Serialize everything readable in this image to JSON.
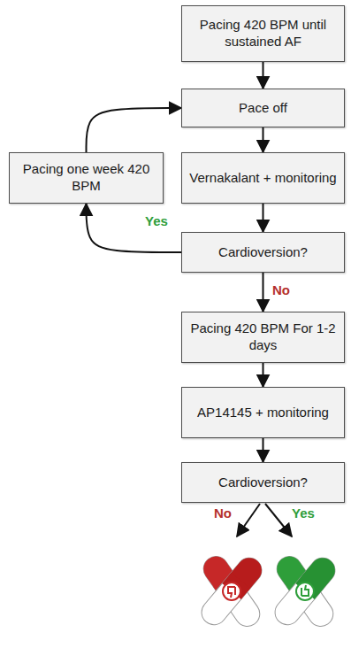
{
  "diagram": {
    "nodes": [
      {
        "text": [
          "Pacing 420 BPM until sustained AF"
        ]
      },
      {
        "text": [
          "Pace off"
        ]
      },
      {
        "text": [
          "Vernakalant + monitoring"
        ]
      },
      {
        "text": [
          "Cardioversion?"
        ]
      },
      {
        "text": [
          "Pacing one week 420 BPM"
        ]
      },
      {
        "text": [
          "Pacing 420 BPM For 1-2 days"
        ]
      },
      {
        "text": [
          "AP14145 + monitoring"
        ]
      },
      {
        "text": [
          "Cardioversion?"
        ]
      }
    ],
    "edges": [
      {
        "from": 0,
        "to": 1,
        "arrow": "to"
      },
      {
        "from": 1,
        "to": 2,
        "arrow": "to"
      },
      {
        "from": 2,
        "to": 3,
        "arrow": "to"
      },
      {
        "from": 3,
        "to": 4,
        "arrow": "to",
        "label": "Yes"
      },
      {
        "from": 4,
        "to": 1,
        "arrow": "to"
      },
      {
        "from": 3,
        "to": 5,
        "arrow": "to",
        "label": "No"
      },
      {
        "from": 5,
        "to": 6,
        "arrow": "to"
      },
      {
        "from": 6,
        "to": 7,
        "arrow": "to"
      }
    ],
    "labels": [
      "No",
      "Yes"
    ]
  }
}
